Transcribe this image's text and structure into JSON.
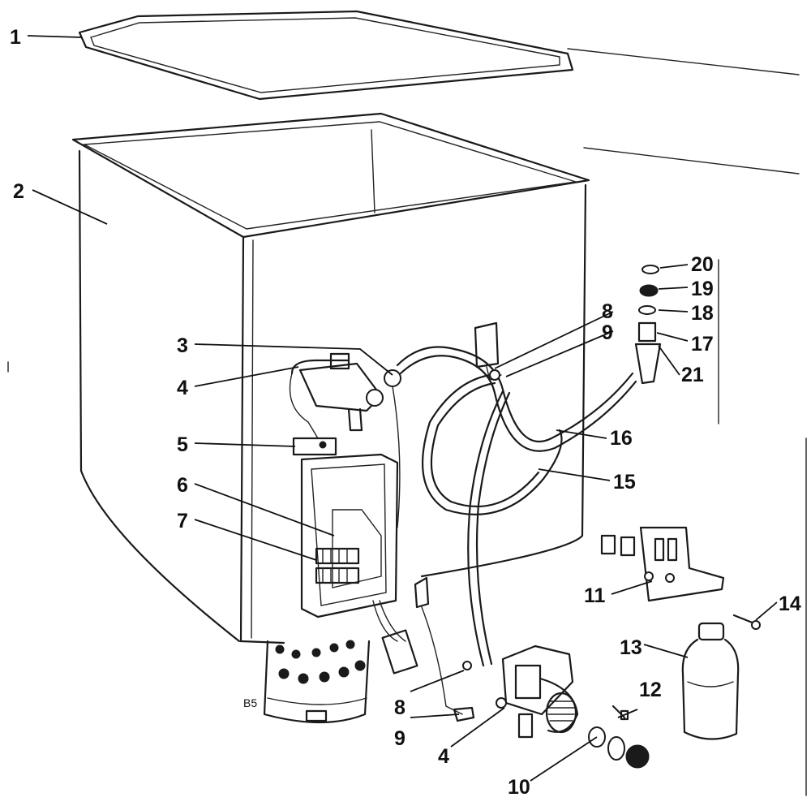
{
  "figure_code": "B5",
  "callouts": [
    {
      "id": "c1",
      "label": "1"
    },
    {
      "id": "c2",
      "label": "2"
    },
    {
      "id": "c3",
      "label": "3"
    },
    {
      "id": "c4a",
      "label": "4"
    },
    {
      "id": "c5",
      "label": "5"
    },
    {
      "id": "c6",
      "label": "6"
    },
    {
      "id": "c7",
      "label": "7"
    },
    {
      "id": "c8a",
      "label": "8"
    },
    {
      "id": "c9a",
      "label": "9"
    },
    {
      "id": "c20",
      "label": "20"
    },
    {
      "id": "c19",
      "label": "19"
    },
    {
      "id": "c18",
      "label": "18"
    },
    {
      "id": "c17",
      "label": "17"
    },
    {
      "id": "c21",
      "label": "21"
    },
    {
      "id": "c16",
      "label": "16"
    },
    {
      "id": "c15",
      "label": "15"
    },
    {
      "id": "c11",
      "label": "11"
    },
    {
      "id": "c14",
      "label": "14"
    },
    {
      "id": "c13",
      "label": "13"
    },
    {
      "id": "c12",
      "label": "12"
    },
    {
      "id": "c8b",
      "label": "8"
    },
    {
      "id": "c9b",
      "label": "9"
    },
    {
      "id": "c4b",
      "label": "4"
    },
    {
      "id": "c10",
      "label": "10"
    }
  ]
}
